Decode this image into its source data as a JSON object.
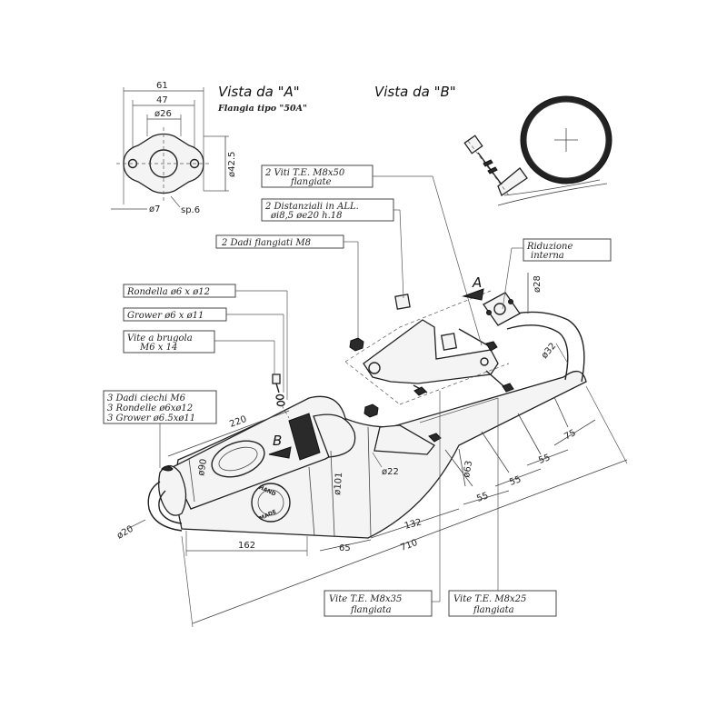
{
  "views": {
    "view_a": "Vista da \"A\"",
    "view_b": "Vista da \"B\"",
    "flange_type": "Flangia tipo \"50A\""
  },
  "flange_dims": {
    "width_outer": "61",
    "width_holes": "47",
    "bore": "ø26",
    "height": "ø42.5",
    "hole": "ø7",
    "thickness": "sp.6"
  },
  "labels": {
    "screws_top": [
      "2 Viti T.E. M8x50",
      "flangiate"
    ],
    "spacers": [
      "2 Distanziali in ALL.",
      "øi8,5 øe20 h.18"
    ],
    "nuts": [
      "2 Dadi flangiati M8"
    ],
    "reduction": [
      "Riduzione",
      "interna"
    ],
    "washer": [
      "Rondella ø6 x ø12"
    ],
    "grower": [
      "Grower ø6 x ø11"
    ],
    "allen_screw": [
      "Vite a brugola",
      "M6 x 14"
    ],
    "blind_nuts": [
      "3 Dadi ciechi M6",
      "3 Rondelle ø6xø12",
      "3 Grower ø6.5xø11"
    ],
    "screw_m8x35": [
      "Vite T.E. M8x35",
      "flangiata"
    ],
    "screw_m8x25": [
      "Vite T.E. M8x25",
      "flangiata"
    ]
  },
  "arrows": {
    "a": "A",
    "b": "B"
  },
  "logo": {
    "line1": "HAND",
    "line2": "MADE"
  },
  "dims": {
    "d220": "220",
    "d90": "ø90",
    "d101": "ø101",
    "d20": "ø20",
    "d162": "162",
    "d65": "65",
    "d132": "132",
    "d710": "710",
    "d55a": "55",
    "d55b": "55",
    "d55c": "55",
    "d75": "75",
    "d63": "ø63",
    "d22": "ø22",
    "d32": "ø32",
    "d28": "ø28"
  }
}
